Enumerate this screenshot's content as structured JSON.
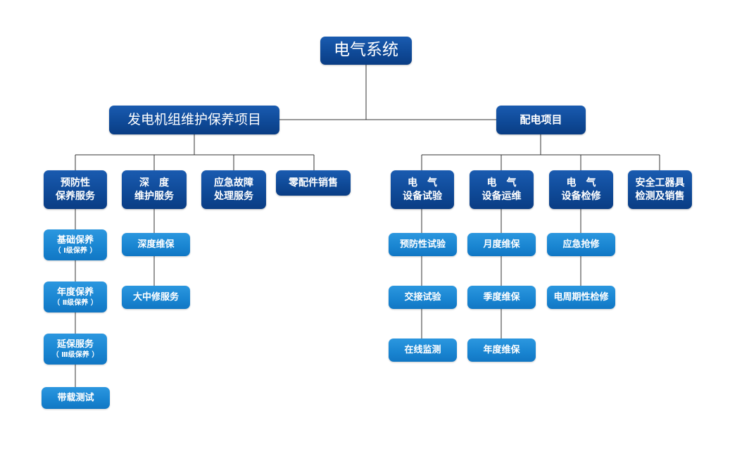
{
  "root": {
    "label": "电气系统"
  },
  "branch_generator": {
    "label": "发电机组维护保养项目",
    "groups": [
      {
        "label_line1": "预防性",
        "label_line2": "保养服务",
        "children": [
          {
            "label": "基础保养",
            "sub": "（ Ⅰ级保养 ）"
          },
          {
            "label": "年度保养",
            "sub": "（ Ⅱ级保养 ）"
          },
          {
            "label": "延保服务",
            "sub": "（ Ⅲ级保养 ）"
          },
          {
            "label": "带载测试"
          }
        ]
      },
      {
        "label_line1": "深　度",
        "label_line2": "维护服务",
        "children": [
          {
            "label": "深度维保"
          },
          {
            "label": "大中修服务"
          }
        ]
      },
      {
        "label_line1": "应急故障",
        "label_line2": "处理服务",
        "children": []
      },
      {
        "label_line1": "零配件销售",
        "children": []
      }
    ]
  },
  "branch_power": {
    "label": "配电项目",
    "groups": [
      {
        "label_line1": "电　气",
        "label_line2": "设备试验",
        "children": [
          {
            "label": "预防性试验"
          },
          {
            "label": "交接试验"
          },
          {
            "label": "在线监测"
          }
        ]
      },
      {
        "label_line1": "电　气",
        "label_line2": "设备运维",
        "children": [
          {
            "label": "月度维保"
          },
          {
            "label": "季度维保"
          },
          {
            "label": "年度维保"
          }
        ]
      },
      {
        "label_line1": "电　气",
        "label_line2": "设备检修",
        "children": [
          {
            "label": "应急抢修"
          },
          {
            "label": "电周期性检修"
          }
        ]
      },
      {
        "label_line1": "安全工器具",
        "label_line2": "检测及销售",
        "children": []
      }
    ]
  },
  "colors": {
    "dark_node": "#0f4a98",
    "light_node": "#1a86d2",
    "connector": "#333333"
  }
}
